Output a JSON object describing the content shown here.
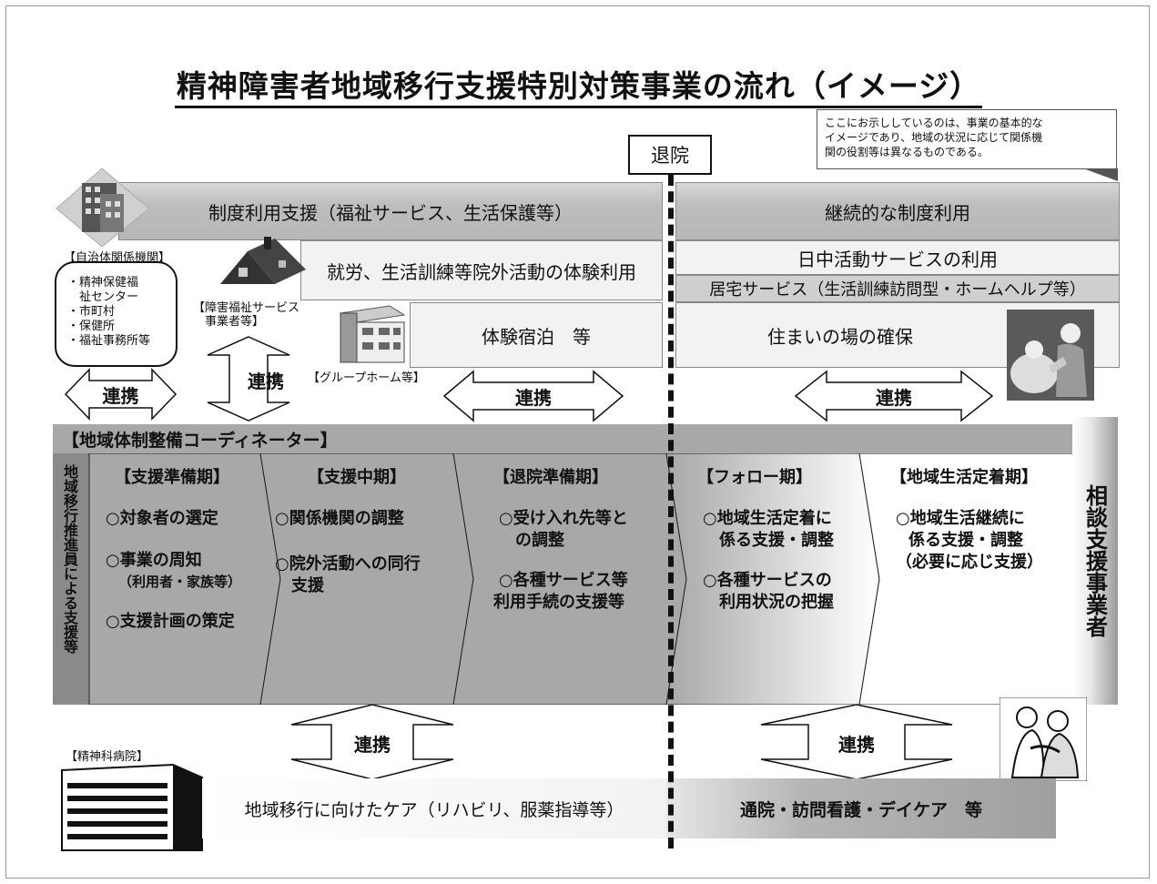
{
  "title": "精神障害者地域移行支援特別対策事業の流れ（イメージ）",
  "note": [
    "ここにお示ししているのは、事業の基本的な",
    "イメージであり、地域の状況に応じて関係機",
    "関の役割等は異なるものである。"
  ],
  "discharge_label": "退院",
  "bands": {
    "system_support": "制度利用支援（福祉サービス、生活保護等）",
    "continued_system": "継続的な制度利用",
    "outside_activity": "就労、生活訓練等院外活動の体験利用",
    "day_activity": "日中活動サービスの利用",
    "home_service": "居宅サービス（生活訓練訪問型・ホームヘルプ等）",
    "trial_stay": "体験宿泊　等",
    "housing": "住まいの場の確保"
  },
  "labels": {
    "municipality": "【自治体関係機関】",
    "municipality_items": [
      "・精神保健福",
      "　祉センター",
      "・市町村",
      "・保健所",
      "・福祉事務所等"
    ],
    "welfare_provider": [
      "【障害福祉サービス",
      "　事業者等】"
    ],
    "group_home": "【グループホーム等】",
    "hospital": "【精神科病院】",
    "coordinator": "【地域体制整備コーディネーター】",
    "promoter": "地域移行推進員による支援等",
    "consult": "相談支援事業者"
  },
  "link_label": "連携",
  "phases": [
    {
      "name": "【支援準備期】",
      "items": [
        "○対象者の選定",
        "○事業の周知",
        "（利用者・家族等）",
        "○支援計画の策定"
      ]
    },
    {
      "name": "【支援中期】",
      "items": [
        "○関係機関の調整",
        "○院外活動への同行",
        "　支援"
      ]
    },
    {
      "name": "【退院準備期】",
      "items": [
        "○受け入れ先等と",
        "　の調整",
        "○各種サービス等",
        "利用手続の支援等"
      ]
    },
    {
      "name": "【フォロー期】",
      "items": [
        "○地域生活定着に",
        "係る支援・調整",
        "○各種サービスの",
        "利用状況の把握"
      ]
    },
    {
      "name": "【地域生活定着期】",
      "items": [
        "○地域生活継続に",
        "係る支援・調整",
        "（必要に応じ支援）"
      ]
    }
  ],
  "care": {
    "hospital_care": "地域移行に向けたケア（リハビリ、服薬指導等）",
    "community_care": "通院・訪問看護・デイケア　等"
  }
}
